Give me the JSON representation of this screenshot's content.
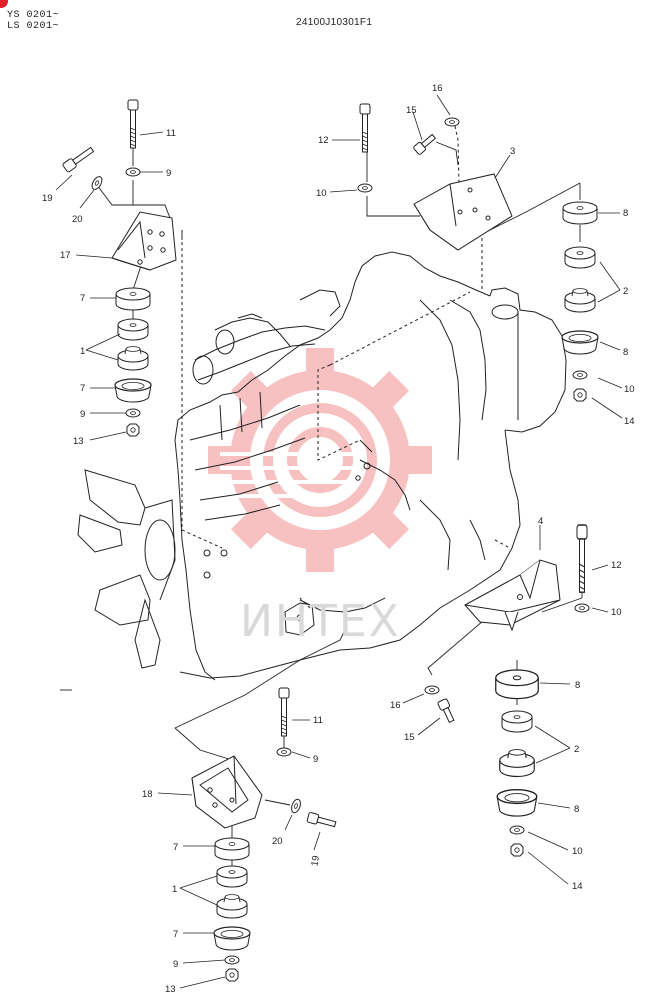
{
  "header": {
    "serial_line_1": "YS 0201~",
    "serial_line_2": "LS 0201~",
    "drawing_number": "24100J10301F1"
  },
  "watermark": {
    "text": "ИНТЕХ",
    "color": "#f5a3a3",
    "icon": "gear-icon"
  },
  "callouts": {
    "c11a": "11",
    "c9a": "9",
    "c19a": "19",
    "c20a": "20",
    "c17": "17",
    "c7a": "7",
    "c1a": "1",
    "c7b": "7",
    "c9b": "9",
    "c13a": "13",
    "c16a": "16",
    "c15a": "15",
    "c12a": "12",
    "c10a": "10",
    "c3": "3",
    "c8a": "8",
    "c2a": "2",
    "c8b": "8",
    "c10b": "10",
    "c14a": "14",
    "c4": "4",
    "c12b": "12",
    "c10c": "10",
    "c8c": "8",
    "c16b": "16",
    "c15b": "15",
    "c2b": "2",
    "c8d": "8",
    "c10d": "10",
    "c14b": "14",
    "c11b": "11",
    "c9c": "9",
    "c18": "18",
    "c20b": "20",
    "c19b": "19",
    "c7c": "7",
    "c1b": "1",
    "c7d": "7",
    "c9d": "9",
    "c13b": "13"
  }
}
